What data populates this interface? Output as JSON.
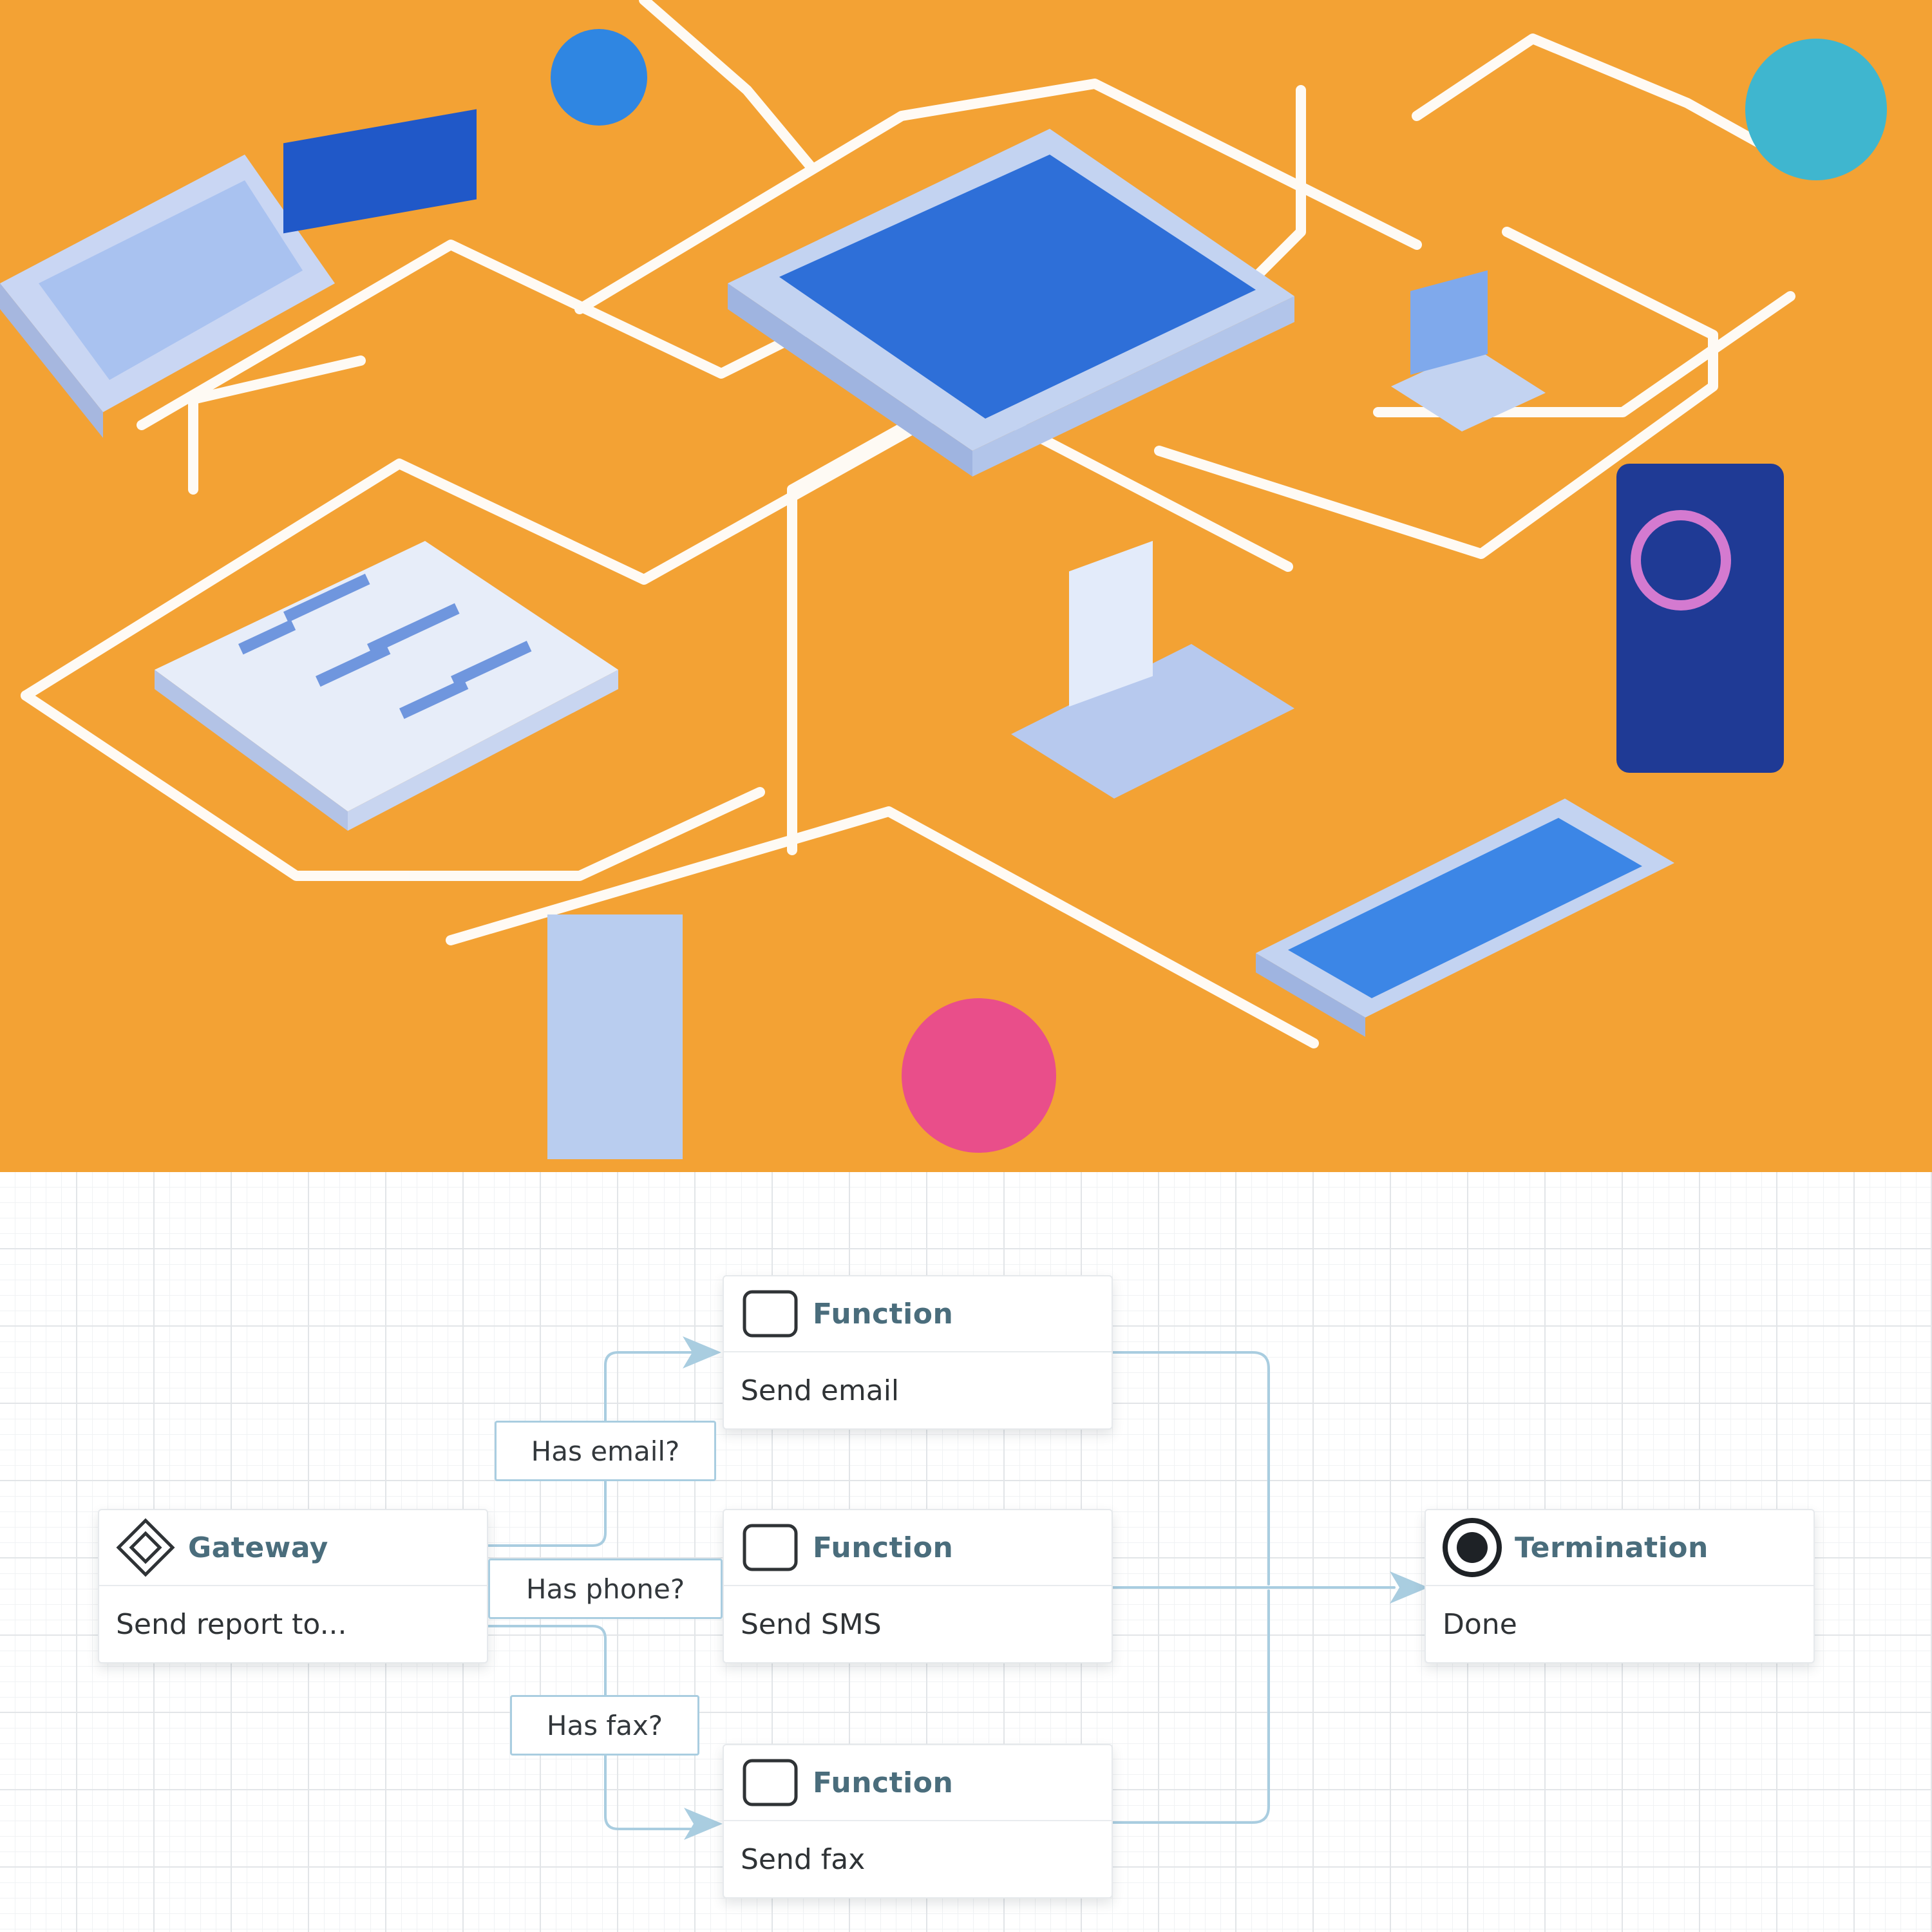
{
  "workflow": {
    "gateway": {
      "type": "Gateway",
      "label": "Send report to...",
      "icon": "gateway-diamond-icon"
    },
    "functions": [
      {
        "type": "Function",
        "label": "Send email",
        "icon": "function-square-icon"
      },
      {
        "type": "Function",
        "label": "Send SMS",
        "icon": "function-square-icon"
      },
      {
        "type": "Function",
        "label": "Send fax",
        "icon": "function-square-icon"
      }
    ],
    "conditions": [
      "Has email?",
      "Has phone?",
      "Has fax?"
    ],
    "termination": {
      "type": "Termination",
      "label": "Done",
      "icon": "termination-circle-icon"
    }
  },
  "colors": {
    "illustration_background": "#f3a234",
    "connector": "#a9cde0",
    "node_type_text": "#4a6d7c",
    "node_text": "#2f3336"
  }
}
